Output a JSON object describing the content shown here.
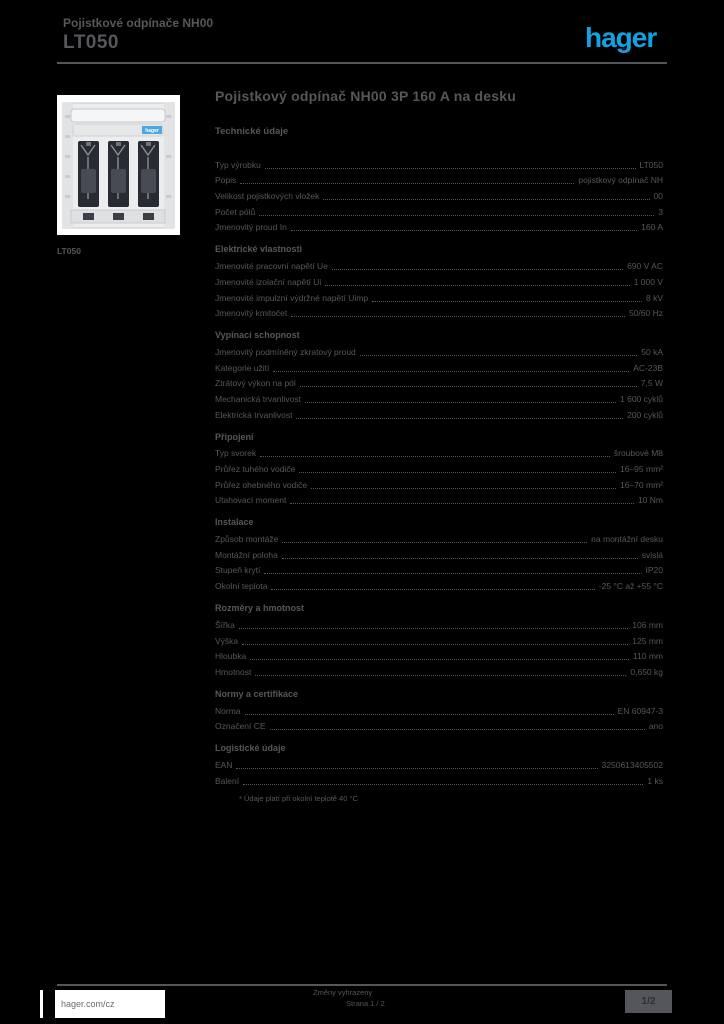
{
  "colors": {
    "background": "#000000",
    "text_gray": "#56575b",
    "hager_blue": "#12a2e2",
    "photo_bg": "#ffffff",
    "device_window": "#282b31",
    "device_label_blue": "#4aa9e0"
  },
  "header": {
    "eyebrow": "Pojistkové odpínače NH00",
    "product_code": "LT050",
    "logo_text": "hager"
  },
  "photo": {
    "caption": "LT050",
    "device_label": "hager"
  },
  "main": {
    "title": "Pojistkový odpínač NH00 3P 160 A na desku",
    "section_heading": "Technické údaje",
    "groups": [
      {
        "heading": "",
        "rows": [
          {
            "label": "Typ výrobku",
            "value": "LT050"
          },
          {
            "label": "Popis",
            "value": "pojistkový odpínač NH"
          },
          {
            "label": "Velikost pojistkových vložek",
            "value": "00"
          },
          {
            "label": "Počet pólů",
            "value": "3"
          },
          {
            "label": "Jmenovitý proud In",
            "value": "160 A"
          }
        ]
      },
      {
        "heading": "Elektrické vlastnosti",
        "rows": [
          {
            "label": "Jmenovité pracovní napětí Ue",
            "value": "690 V AC"
          },
          {
            "label": "Jmenovité izolační napětí Ui",
            "value": "1 000 V"
          },
          {
            "label": "Jmenovité impulzní výdržné napětí Uimp",
            "value": "8 kV"
          },
          {
            "label": "Jmenovitý kmitočet",
            "value": "50/60 Hz"
          }
        ]
      },
      {
        "heading": "Vypínací schopnost",
        "rows": [
          {
            "label": "Jmenovitý podmíněný zkratový proud",
            "value": "50 kA"
          },
          {
            "label": "Kategorie užití",
            "value": "AC-23B"
          },
          {
            "label": "Ztrátový výkon na pól",
            "value": "7,5 W"
          },
          {
            "label": "Mechanická trvanlivost",
            "value": "1 600 cyklů"
          },
          {
            "label": "Elektrická trvanlivost",
            "value": "200 cyklů"
          }
        ]
      },
      {
        "heading": "Připojení",
        "rows": [
          {
            "label": "Typ svorek",
            "value": "šroubové M8"
          },
          {
            "label": "Průřez tuhého vodiče",
            "value": "16–95 mm²"
          },
          {
            "label": "Průřez ohebného vodiče",
            "value": "16–70 mm²"
          },
          {
            "label": "Utahovací moment",
            "value": "10 Nm"
          }
        ]
      },
      {
        "heading": "Instalace",
        "rows": [
          {
            "label": "Způsob montáže",
            "value": "na montážní desku"
          },
          {
            "label": "Montážní poloha",
            "value": "svislá"
          },
          {
            "label": "Stupeň krytí",
            "value": "IP20"
          },
          {
            "label": "Okolní teplota",
            "value": "-25 °C až +55 °C"
          }
        ]
      },
      {
        "heading": "Rozměry a hmotnost",
        "rows": [
          {
            "label": "Šířka",
            "value": "106 mm"
          },
          {
            "label": "Výška",
            "value": "125 mm"
          },
          {
            "label": "Hloubka",
            "value": "110 mm"
          },
          {
            "label": "Hmotnost",
            "value": "0,650 kg"
          }
        ]
      },
      {
        "heading": "Normy a certifikace",
        "rows": [
          {
            "label": "Norma",
            "value": "EN 60947-3"
          },
          {
            "label": "Označení CE",
            "value": "ano"
          }
        ]
      },
      {
        "heading": "Logistické údaje",
        "rows": [
          {
            "label": "EAN",
            "value": "3250613405502"
          },
          {
            "label": "Balení",
            "value": "1 ks"
          }
        ]
      }
    ],
    "footnote": "* Údaje platí při okolní teplotě 40 °C"
  },
  "footer": {
    "site": "hager.com/cz",
    "note_line1": "Změny vyhrazeny",
    "note_line2": "Strana 1 / 2",
    "page_badge": "1/2"
  }
}
